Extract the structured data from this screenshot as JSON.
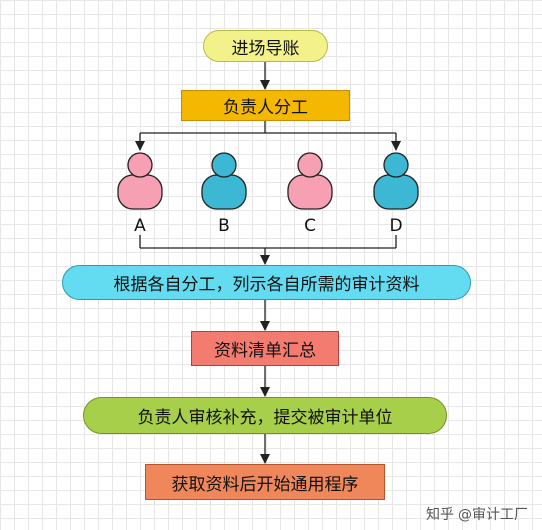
{
  "nodes": {
    "start": "进场导账",
    "assign": "负责人分工",
    "list": "根据各自分工，列示各自所需的审计资料",
    "summary": "资料清单汇总",
    "review": "负责人审核补充，提交被审计单位",
    "final": "获取资料后开始通用程序"
  },
  "people": [
    {
      "label": "A",
      "color": "#f7a0b3"
    },
    {
      "label": "B",
      "color": "#3cb8d4"
    },
    {
      "label": "C",
      "color": "#f7a0b3"
    },
    {
      "label": "D",
      "color": "#3cb8d4"
    }
  ],
  "watermark": {
    "site": "知乎",
    "author": "@审计工厂"
  },
  "colors": {
    "start_fill": "#f3f28a",
    "assign_fill": "#f5b800",
    "list_fill": "#63dcf2",
    "summary_fill": "#f47b70",
    "review_fill": "#a7cf4a",
    "final_fill": "#f0875a"
  }
}
